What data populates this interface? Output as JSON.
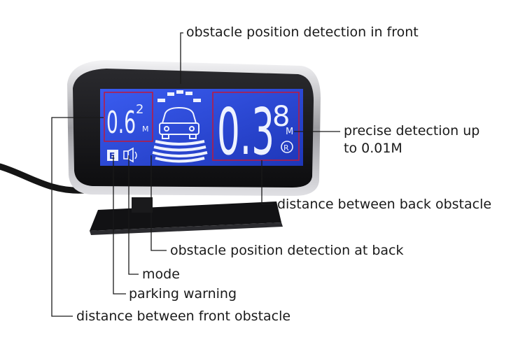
{
  "display": {
    "front_reading": "0.6",
    "front_sub": "2",
    "front_unit": "M",
    "back_reading": "0.3",
    "back_sub": "8",
    "back_unit": "M",
    "mode_letter": "E",
    "registered_mark": "R"
  },
  "labels": {
    "front_position": "obstacle position detection in front",
    "precise_line1": "precise detection up",
    "precise_line2": "to 0.01M",
    "back_distance": "distance between back obstacle",
    "back_position": "obstacle position detection at back",
    "mode": "mode",
    "parking_warning": "parking warning",
    "front_distance": "distance between front obstacle"
  },
  "colors": {
    "lcd_blue": "#2f4fd8",
    "segment_white": "#eef2ff",
    "marker_red": "#c0193a",
    "housing": "#1b1b1d",
    "chrome": "#c9c9cd"
  }
}
